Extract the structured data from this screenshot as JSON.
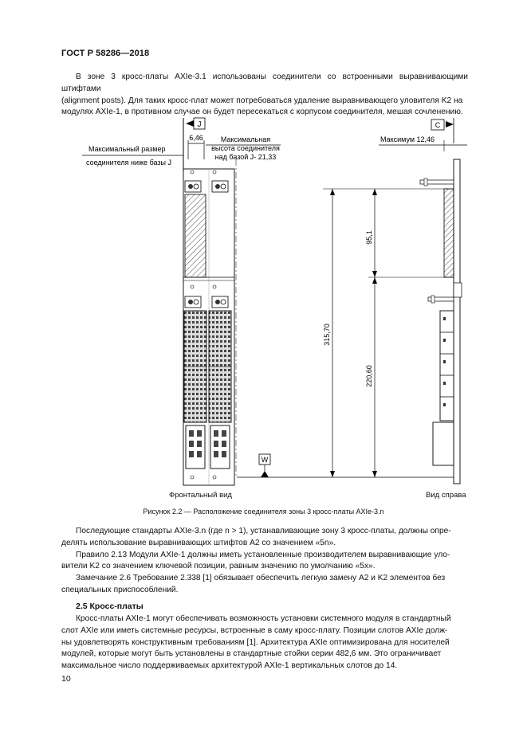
{
  "header": {
    "standard": "ГОСТ Р 58286—2018"
  },
  "intro": {
    "line1": "В зоне 3 кросс-платы AXIe-3.1 использованы соединители со встроенными выравнивающими штифтами",
    "line2": "(alignment posts). Для таких кросс-плат может потребоваться удаление выравнивающего уловителя K2 на",
    "line3": "модулях AXIe-1, в противном случае он будет пересекаться с корпусом соединителя, мешая сочленению."
  },
  "figure": {
    "labels": {
      "max_size_line1": "Максимальный размер",
      "max_size_line2": "соединителя ниже базы J",
      "max_height_line1": "Максимальная",
      "max_height_line2": "высота соединителя",
      "max_height_line3": "над базой J- 21,33",
      "dim_646": "6,46",
      "max_1246": "Максимум 12,46",
      "datum_j": "J",
      "datum_c": "C",
      "datum_w": "W",
      "dim_951": "95,1",
      "dim_31570": "315,70",
      "dim_22060": "220,60"
    },
    "front_view_label": "Фронтальный вид",
    "right_view_label": "Вид справа",
    "caption": "Рисунок 2.2 — Расположение соединителя зоны 3 кросс-платы AXIe-3.n"
  },
  "body": {
    "p1_line1": "Последующие стандарты AXIe-3.n (где n > 1), устанавливающие зону 3 кросс-платы, должны опре-",
    "p1_line2": "делять использование выравнивающих штифтов A2 со значением «5n».",
    "p2_line1": "Правило 2.13 Модули AXIe-1 должны иметь установленные производителем выравнивающие уло-",
    "p2_line2": "вители K2 со значением ключевой позиции, равным значению по умолчанию «5x».",
    "p3_line1": "Замечание 2.6 Требование 2.338 [1] обязывает обеспечить легкую замену A2 и K2 элементов без",
    "p3_line2": "специальных приспособлений."
  },
  "section": {
    "title": "2.5 Кросс-платы",
    "line1": "Кросс-платы AXIe-1 могут обеспечивать возможность установки системного модуля в стандартный",
    "line2": "слот AXIe или иметь системные ресурсы, встроенные в саму кросс-плату. Позиции слотов AXIe долж-",
    "line3": "ны удовлетворять конструктивным требованиям [1]. Архитектура AXIe оптимизирована для носителей",
    "line4": "модулей, которые могут быть установлены в стандартные стойки серии 482,6 мм. Это ограничивает",
    "line5": "максимальное число поддерживаемых архитектурой AXIe-1 вертикальных слотов до 14."
  },
  "page_number": "10"
}
